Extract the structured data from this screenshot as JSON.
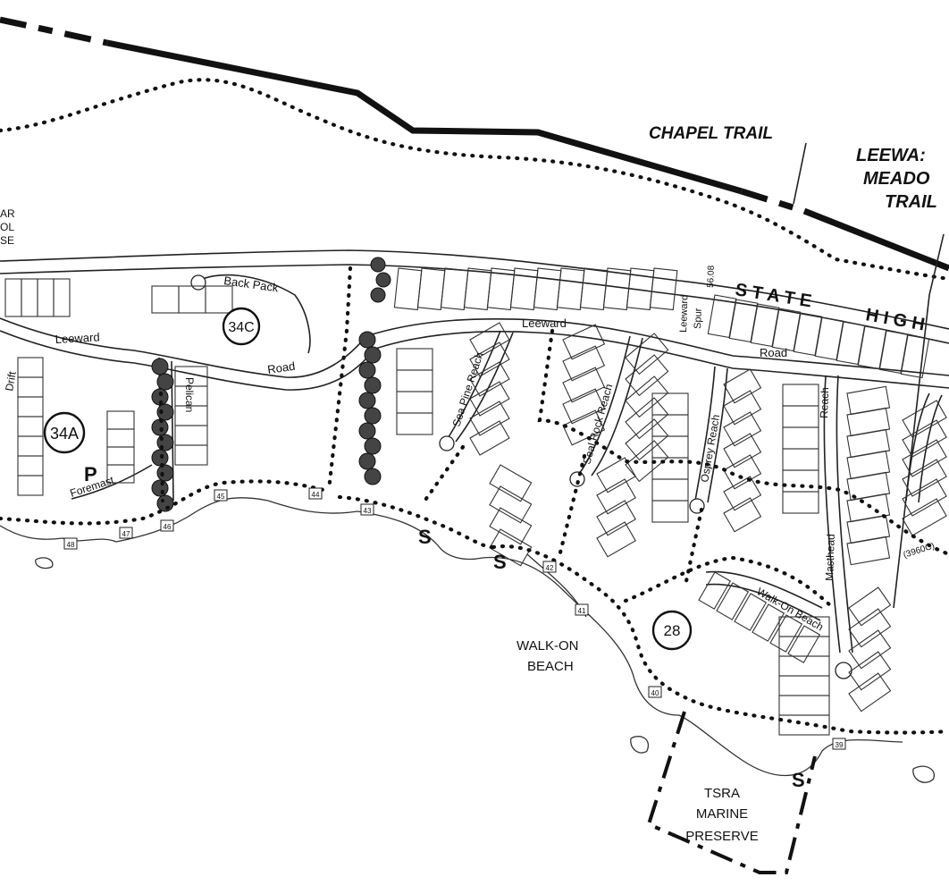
{
  "trails": {
    "chapel": "CHAPEL TRAIL",
    "leeward_meadow": [
      "LEEWA:",
      "MEADO",
      "TRAIL"
    ]
  },
  "highway": [
    "S T A T E",
    "H I G H"
  ],
  "partial_label": [
    "AR",
    "OL",
    "SE"
  ],
  "roads": {
    "leeward_west": "Leeward",
    "leeward_center": "Leeward",
    "road_west": "Road",
    "road_east": "Road",
    "back_pack": "Back Pack",
    "pelican": "Pelican",
    "foremast": "Foremast",
    "drift": "Drift",
    "sea_pine": "Sea Pine Reach",
    "seal_rock": "Seal Rock Reach",
    "osprey": "Osprey Reach",
    "reach": "Reach",
    "masthead": "Masthead",
    "walk_on_beach_road": "Walk-On Beach",
    "leeward_spur": [
      "Leeward",
      "Spur"
    ],
    "mile_marker": "56.08",
    "route_code": "(3960C)"
  },
  "areas": {
    "a34a": "34A",
    "a34c": "34C",
    "a28": "28"
  },
  "parking": "P",
  "beach": [
    "WALK-ON",
    "BEACH"
  ],
  "preserve": [
    "TSRA",
    "MARINE",
    "PRESERVE"
  ],
  "stairs": [
    "S",
    "S",
    "S"
  ],
  "posts": [
    "48",
    "47",
    "46",
    "45",
    "44",
    "43",
    "42",
    "41",
    "40",
    "39"
  ]
}
